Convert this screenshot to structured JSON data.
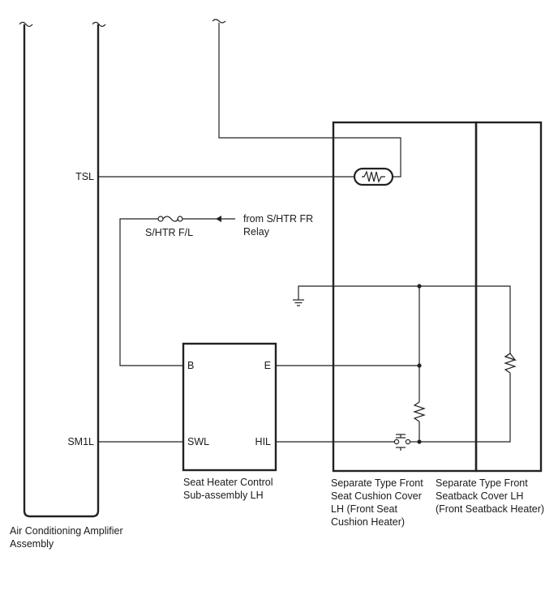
{
  "components": {
    "amplifier": {
      "label_line1": "Air Conditioning Amplifier",
      "label_line2": "Assembly"
    },
    "control": {
      "label_line1": "Seat Heater Control",
      "label_line2": "Sub-assembly LH"
    },
    "cushion": {
      "label_line1": "Separate Type Front",
      "label_line2": "Seat Cushion Cover",
      "label_line3": "LH (Front Seat",
      "label_line4": "Cushion Heater)"
    },
    "seatback": {
      "label_line1": "Separate Type Front",
      "label_line2": "Seatback Cover LH",
      "label_line3": "(Front Seatback Heater)"
    }
  },
  "pins": {
    "tsl": "TSL",
    "sm1l": "SM1L",
    "b": "B",
    "e": "E",
    "swl": "SWL",
    "hil": "HIL"
  },
  "fuse": {
    "label": "S/HTR F/L"
  },
  "relay": {
    "label_line1": "from S/HTR FR",
    "label_line2": "Relay"
  }
}
